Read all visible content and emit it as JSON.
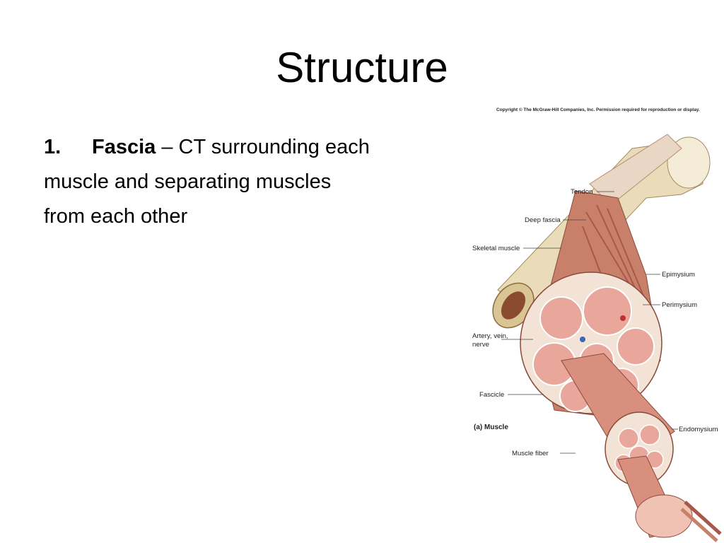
{
  "slide": {
    "title": "Structure",
    "bullet": {
      "number": "1.",
      "term": "Fascia",
      "line1_rest": " – CT surrounding each",
      "line2": "muscle and separating muscles",
      "line3": "from each other"
    }
  },
  "figure": {
    "copyright": "Copyright © The McGraw-Hill Companies, Inc. Permission required for reproduction or display.",
    "caption": "(a) Muscle",
    "labels": {
      "tendon": "Tendon",
      "deep_fascia": "Deep fascia",
      "skeletal_muscle": "Skeletal muscle",
      "epimysium": "Epimysium",
      "perimysium": "Perimysium",
      "artery_line1": "Artery, vein,",
      "artery_line2": "nerve",
      "fascicle": "Fascicle",
      "endomysium": "Endomysium",
      "muscle_fiber": "Muscle fiber"
    },
    "colors": {
      "bone": "#eadcb8",
      "muscle": "#c9806b",
      "muscle_dark": "#a8584a",
      "connective": "#f3e3d6",
      "fiber": "#e8a79a"
    }
  }
}
